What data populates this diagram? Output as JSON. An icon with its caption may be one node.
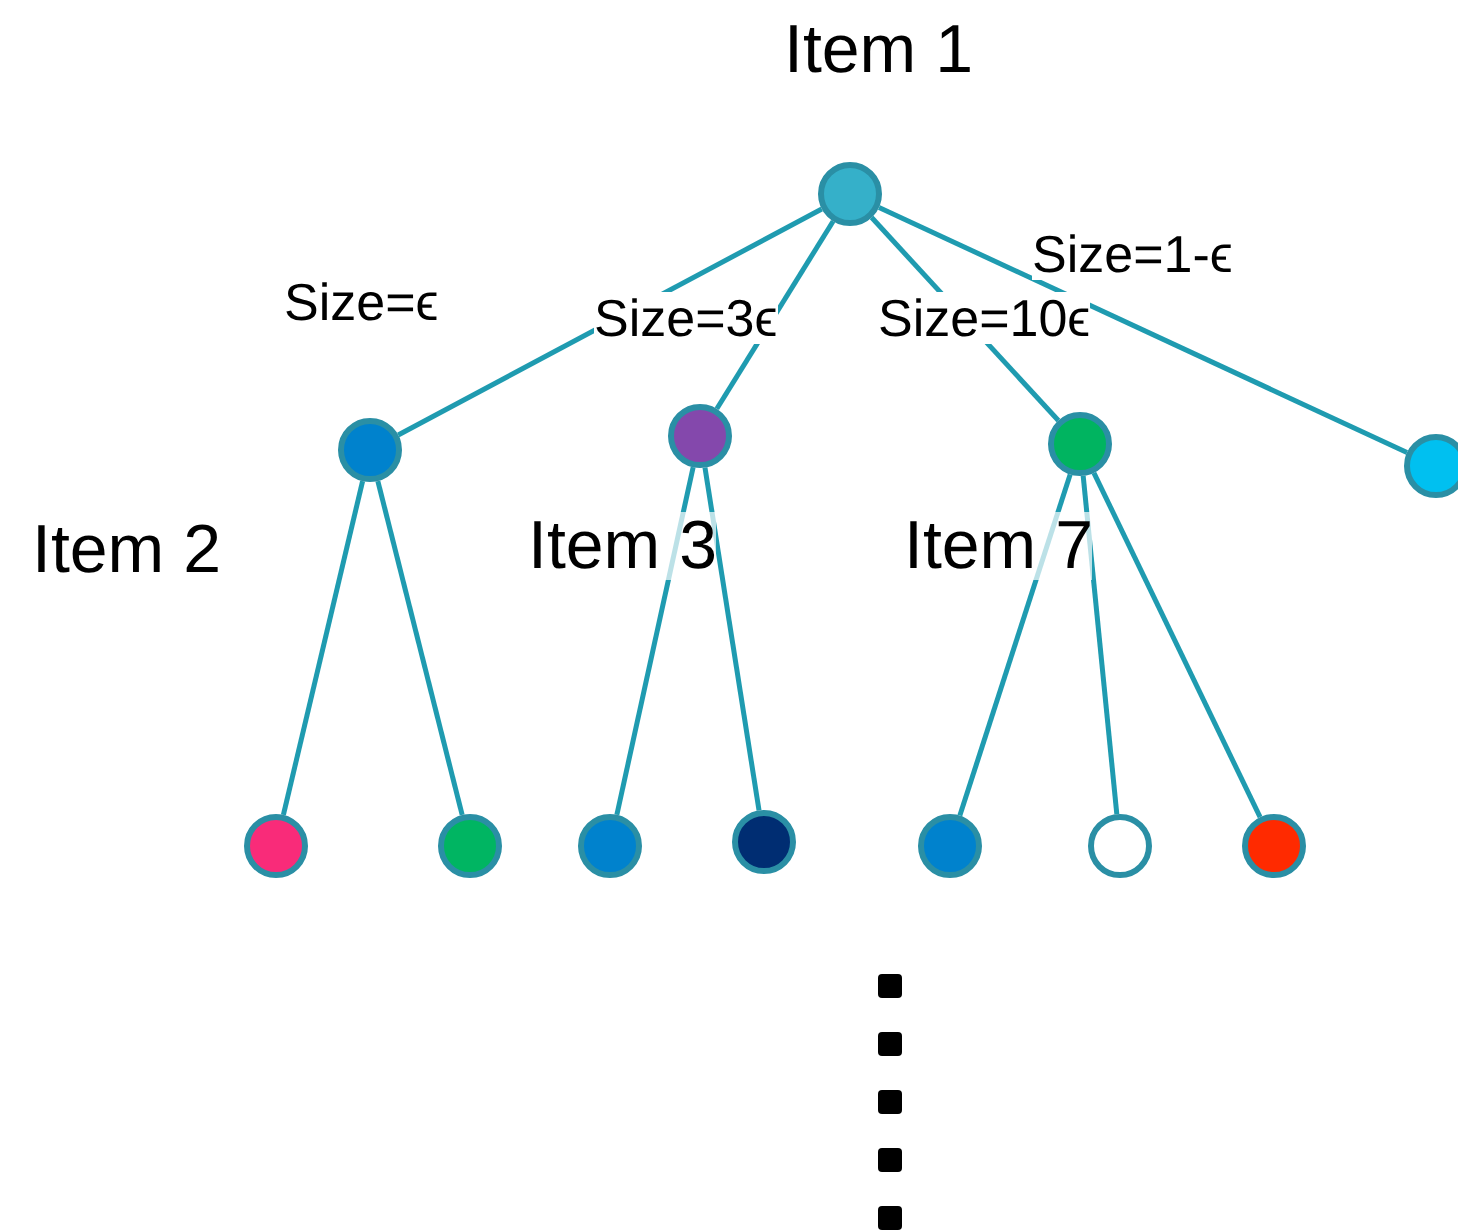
{
  "diagram": {
    "nodes": [
      {
        "text": [],
        "shape": "circle",
        "beside": [
          "Item 1"
        ]
      },
      {
        "text": [],
        "shape": "circle",
        "beside": [
          "Item 2"
        ]
      },
      {
        "text": [],
        "shape": "circle",
        "beside": [
          "Item 3"
        ]
      },
      {
        "text": [],
        "shape": "circle",
        "beside": [
          "Item 7"
        ]
      },
      {
        "text": [],
        "shape": "circle"
      },
      {
        "text": [],
        "shape": "circle"
      },
      {
        "text": [],
        "shape": "circle"
      },
      {
        "text": [],
        "shape": "circle"
      },
      {
        "text": [],
        "shape": "circle"
      },
      {
        "text": [],
        "shape": "circle"
      },
      {
        "text": [],
        "shape": "circle"
      },
      {
        "text": [],
        "shape": "circle"
      }
    ],
    "edges": [
      {
        "from": 0,
        "to": 1,
        "arrow": "none",
        "label": "Size=ϵ"
      },
      {
        "from": 0,
        "to": 2,
        "arrow": "none",
        "label": "Size=3ϵ"
      },
      {
        "from": 0,
        "to": 3,
        "arrow": "none",
        "label": "Size=10ϵ"
      },
      {
        "from": 0,
        "to": 4,
        "arrow": "none",
        "label": "Size=1-ϵ"
      },
      {
        "from": 1,
        "to": 5,
        "arrow": "none"
      },
      {
        "from": 1,
        "to": 6,
        "arrow": "none"
      },
      {
        "from": 2,
        "to": 7,
        "arrow": "none"
      },
      {
        "from": 2,
        "to": 8,
        "arrow": "none"
      },
      {
        "from": 3,
        "to": 9,
        "arrow": "none"
      },
      {
        "from": 3,
        "to": 10,
        "arrow": "none"
      },
      {
        "from": 3,
        "to": 11,
        "arrow": "none"
      }
    ]
  }
}
